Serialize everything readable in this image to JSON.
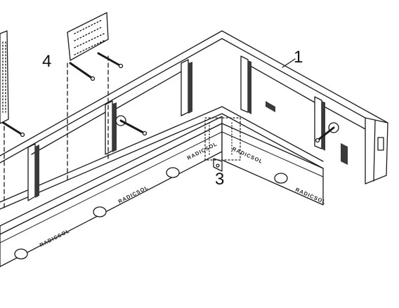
{
  "callouts": {
    "c1": "1",
    "c3": "3",
    "c4": "4"
  },
  "brand": "RADICSOL",
  "colors": {
    "ink": "#1a1a1a",
    "paper": "#ffffff",
    "shade": "#3a3a3a"
  }
}
